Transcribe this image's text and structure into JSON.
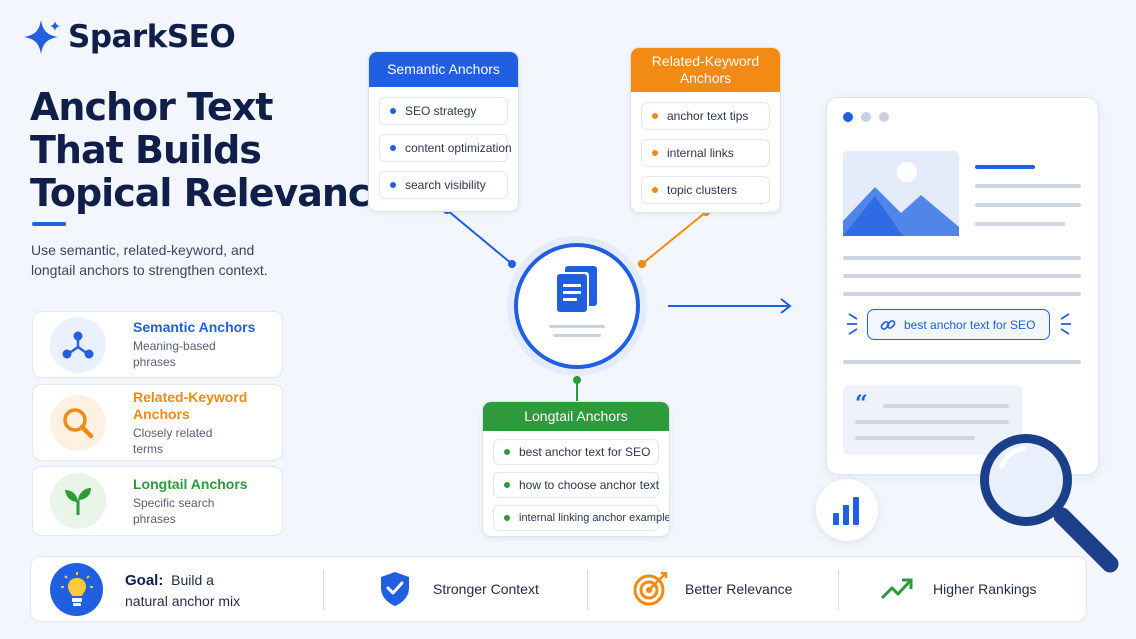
{
  "brand": {
    "name": "SparkSEO",
    "accent": "#1f5fe0"
  },
  "headline": {
    "line1": "Anchor Text",
    "line2": "That Builds",
    "line3": "Topical Relevance"
  },
  "intro": "Use semantic, related-keyword, and longtail anchors to strengthen context.",
  "types": [
    {
      "title": "Semantic Anchors",
      "desc": "Meaning-based phrases",
      "color": "#1f5fe0",
      "icon": "network-icon"
    },
    {
      "title": "Related-Keyword Anchors",
      "desc": "Closely related terms",
      "color": "#f28a14",
      "icon": "magnifier-icon"
    },
    {
      "title": "Longtail Anchors",
      "desc": "Specific search phrases",
      "color": "#2e9a3c",
      "icon": "sprout-icon"
    }
  ],
  "semantic_box": {
    "title": "Semantic Anchors",
    "items": [
      "SEO strategy",
      "content optimization",
      "search visibility"
    ]
  },
  "related_box": {
    "title": "Related-Keyword Anchors",
    "items": [
      "anchor text tips",
      "internal links",
      "topic clusters"
    ]
  },
  "longtail_box": {
    "title": "Longtail Anchors",
    "items": [
      "best anchor text for SEO",
      "how to choose anchor text",
      "internal linking anchor examples"
    ]
  },
  "mockup": {
    "link_text": "best anchor text for SEO",
    "quote_mark": "“"
  },
  "bottom": {
    "goal_label": "Goal:",
    "goal_text_1": "Build a",
    "goal_text_2": "natural anchor mix",
    "items": [
      "Stronger Context",
      "Better Relevance",
      "Higher Rankings"
    ]
  }
}
